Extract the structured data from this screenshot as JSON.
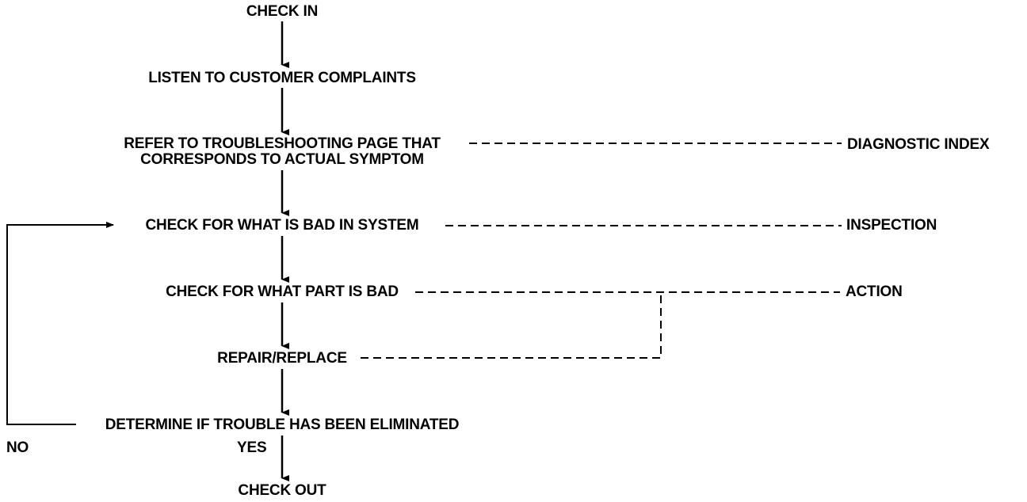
{
  "colors": {
    "ink": "#000000",
    "background": "#ffffff"
  },
  "steps": {
    "check_in": "CHECK IN",
    "listen": "LISTEN TO CUSTOMER COMPLAINTS",
    "refer_line1": "REFER TO TROUBLESHOOTING PAGE THAT",
    "refer_line2": "CORRESPONDS TO ACTUAL SYMPTOM",
    "check_system": "CHECK FOR WHAT IS BAD IN SYSTEM",
    "check_part": "CHECK FOR WHAT PART IS BAD",
    "repair": "REPAIR/REPLACE",
    "determine": "DETERMINE IF TROUBLE HAS BEEN ELIMINATED",
    "check_out": "CHECK OUT"
  },
  "references": {
    "diagnostic_index": "DIAGNOSTIC INDEX",
    "inspection": "INSPECTION",
    "action": "ACTION"
  },
  "decision": {
    "no": "NO",
    "yes": "YES"
  }
}
